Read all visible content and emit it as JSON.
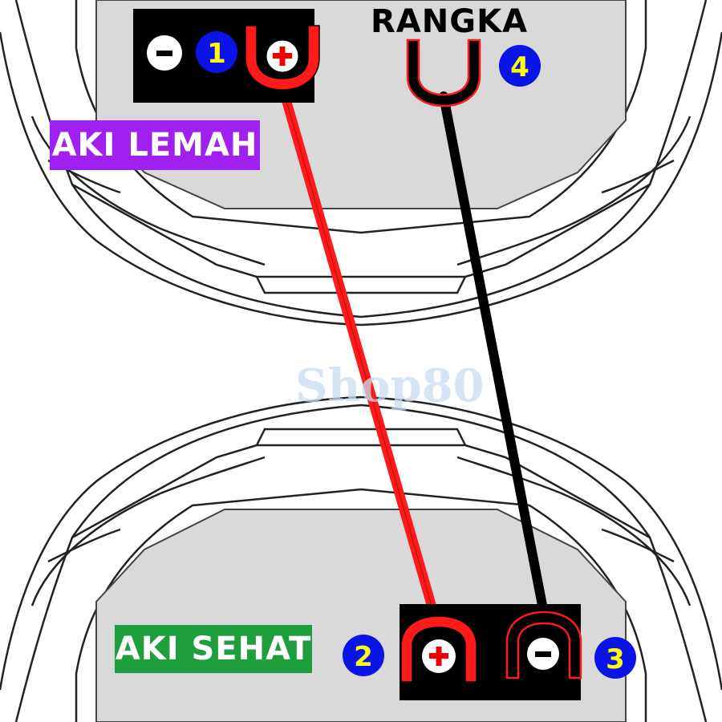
{
  "labels": {
    "weak_battery": "AKI LEMAH",
    "good_battery": "AKI SEHAT",
    "frame": "RANGKA",
    "watermark": "Shop80"
  },
  "steps": {
    "one": "1",
    "two": "2",
    "three": "3",
    "four": "4"
  },
  "terminals": {
    "minus": "−",
    "plus": "+"
  },
  "colors": {
    "weak_tag_bg": "#a020f0",
    "good_tag_bg": "#1e9e3c",
    "positive_cable": "#ff1a1a",
    "negative_cable": "#000000",
    "step_circle": "#0a14e6",
    "step_number": "#ffff00",
    "battery_body": "#000000",
    "engine_bay": "#d9d9d9"
  }
}
